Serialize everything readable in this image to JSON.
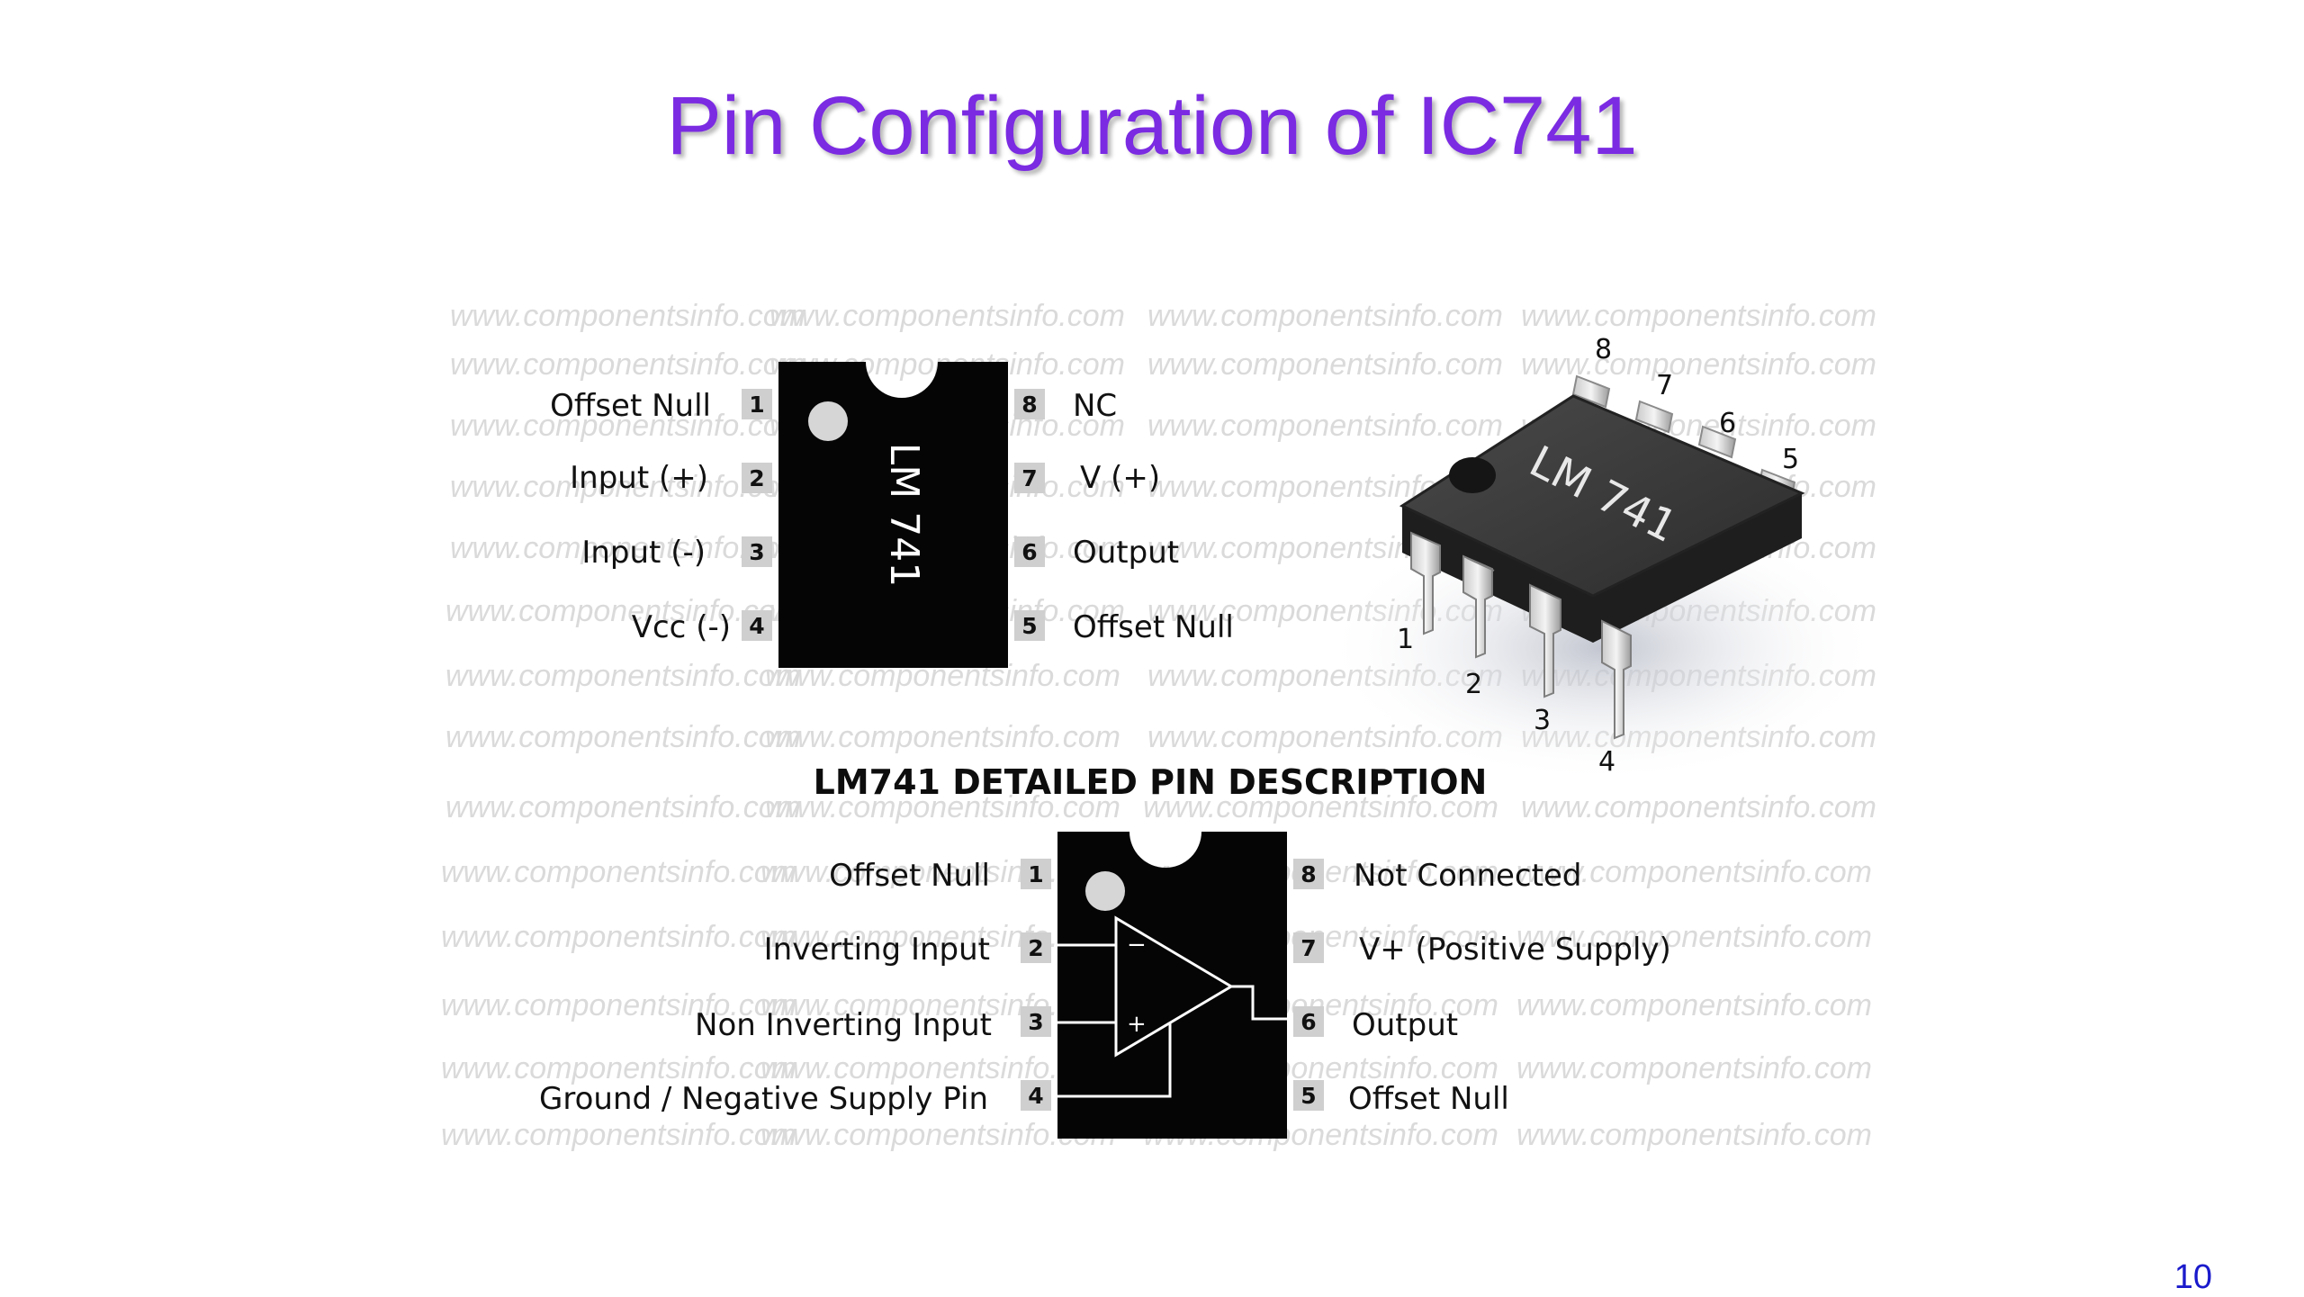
{
  "slide": {
    "title": "Pin Configuration of IC741",
    "page_number": "10"
  },
  "watermark": "www.componentsinfo.com",
  "top_diagram": {
    "chip_label": "LM 741",
    "left_pins": [
      {
        "num": "1",
        "label": "Offset Null"
      },
      {
        "num": "2",
        "label": "Input (+)"
      },
      {
        "num": "3",
        "label": "Input (-)"
      },
      {
        "num": "4",
        "label": "Vcc (-)"
      }
    ],
    "right_pins": [
      {
        "num": "8",
        "label": "NC"
      },
      {
        "num": "7",
        "label": "V (+)"
      },
      {
        "num": "6",
        "label": "Output"
      },
      {
        "num": "5",
        "label": "Offset Null"
      }
    ]
  },
  "photo": {
    "chip_label": "LM 741",
    "pin_numbers": [
      "1",
      "2",
      "3",
      "4",
      "5",
      "6",
      "7",
      "8"
    ]
  },
  "detailed": {
    "heading": "LM741 DETAILED PIN DESCRIPTION",
    "left_pins": [
      {
        "num": "1",
        "label": "Offset Null"
      },
      {
        "num": "2",
        "label": "Inverting Input"
      },
      {
        "num": "3",
        "label": "Non Inverting Input"
      },
      {
        "num": "4",
        "label": "Ground / Negative Supply Pin"
      }
    ],
    "right_pins": [
      {
        "num": "8",
        "label": "Not Connected"
      },
      {
        "num": "7",
        "label": "V+ (Positive Supply)"
      },
      {
        "num": "6",
        "label": "Output"
      },
      {
        "num": "5",
        "label": "Offset Null"
      }
    ],
    "opamp_minus": "−",
    "opamp_plus": "+"
  },
  "colors": {
    "title": "#7B2BE2",
    "chip_body": "#050505",
    "pin_box": "#cfcfcf",
    "page_number": "#1a1acc"
  }
}
